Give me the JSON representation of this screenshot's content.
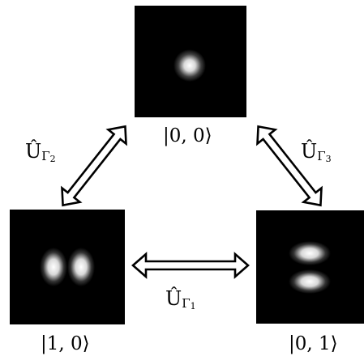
{
  "states": {
    "top": {
      "label": "|0, 0⟩",
      "lobes": 1
    },
    "left": {
      "label": "|1, 0⟩",
      "lobes": 2,
      "orientation": "horizontal"
    },
    "right": {
      "label": "|0, 1⟩",
      "lobes": 2,
      "orientation": "vertical"
    }
  },
  "operators": {
    "g1": {
      "base": "Û",
      "sub": "Γ",
      "subsub": "1"
    },
    "g2": {
      "base": "Û",
      "sub": "Γ",
      "subsub": "2"
    },
    "g3": {
      "base": "Û",
      "sub": "Γ",
      "subsub": "3"
    }
  },
  "colors": {
    "background": "#ffffff",
    "panel": "#000000",
    "glow": "#ffffff",
    "arrow": "#000000"
  }
}
